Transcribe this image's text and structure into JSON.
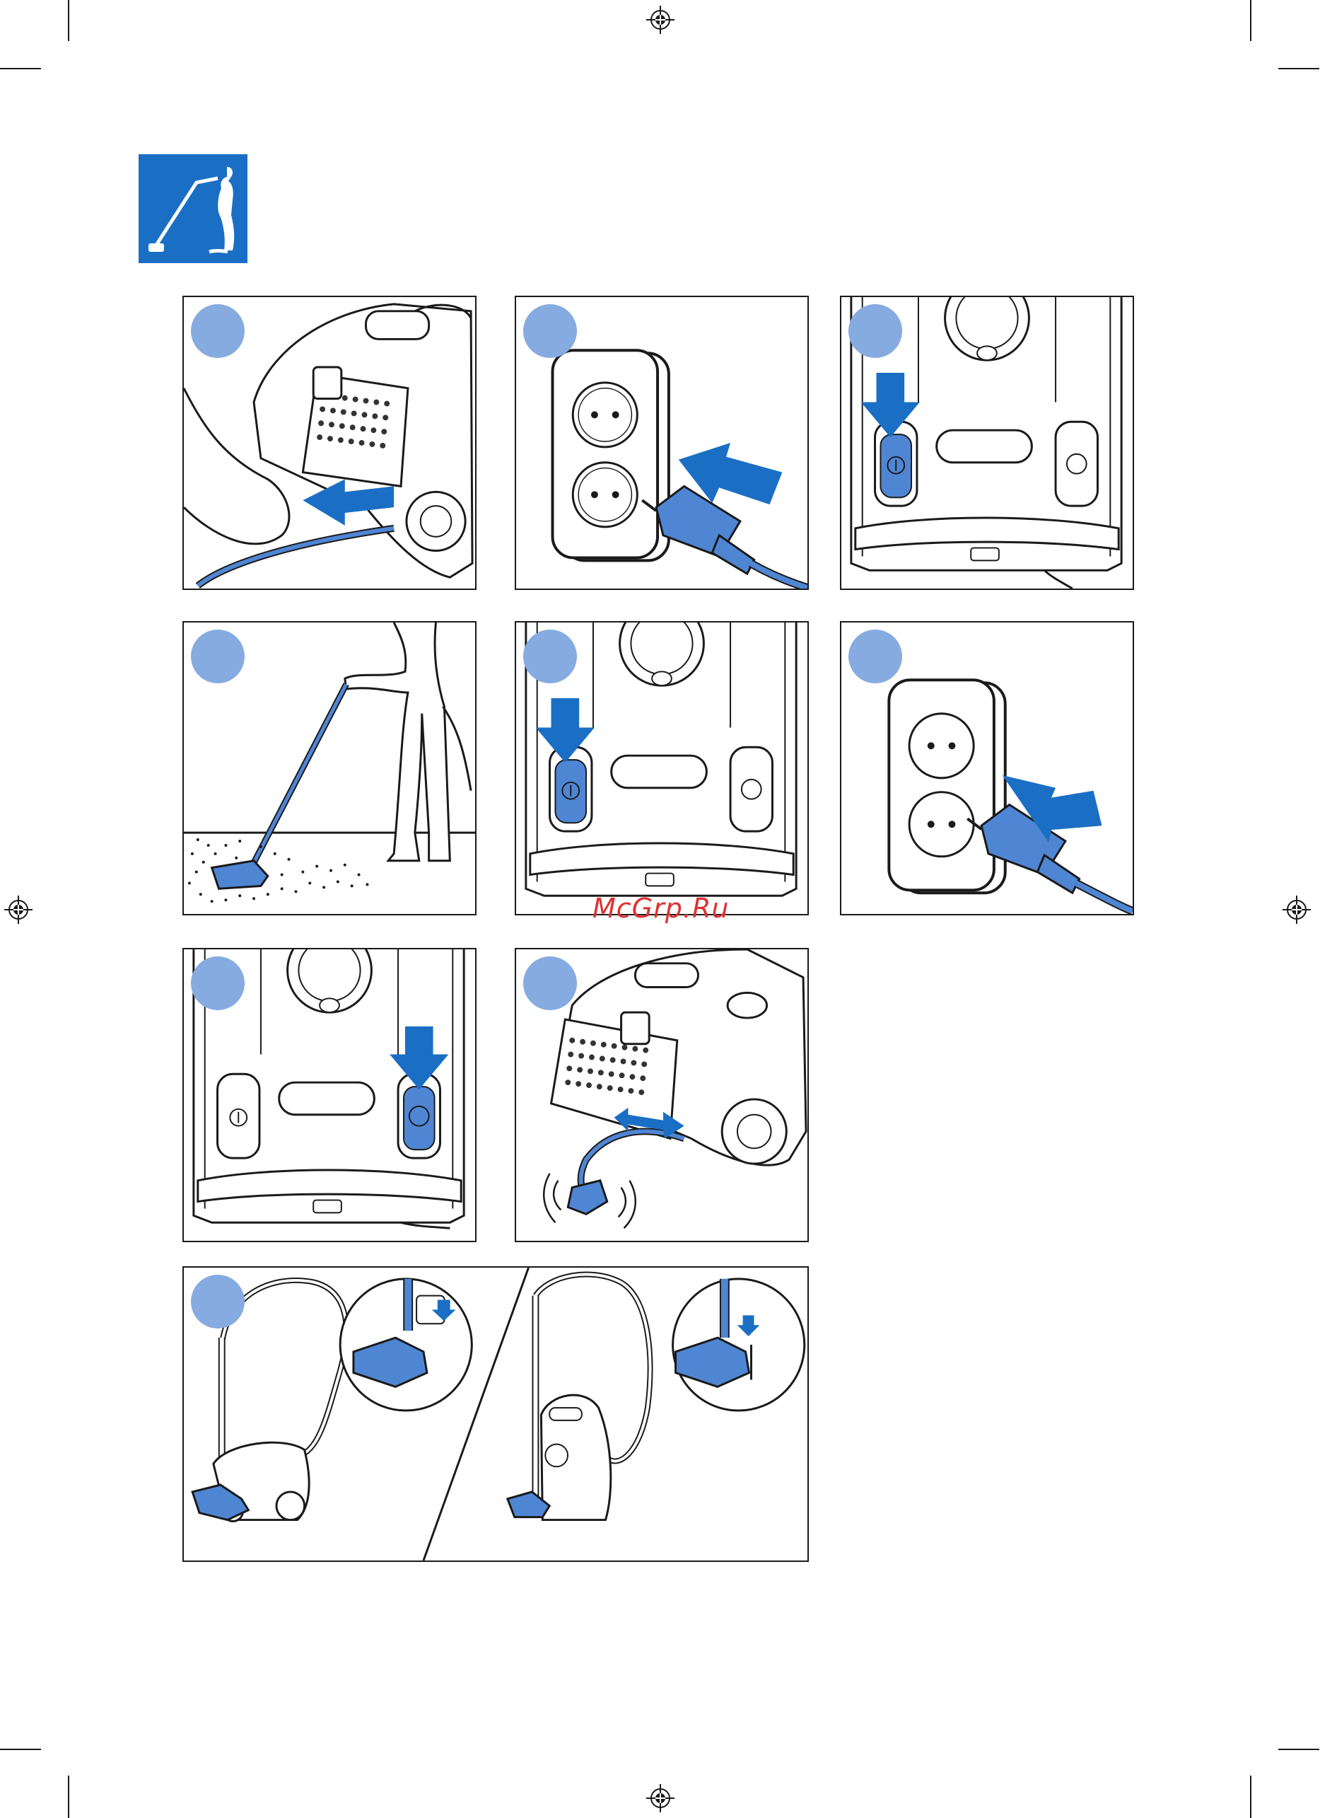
{
  "watermark": "McGrp.Ru",
  "footer_code": "",
  "colors": {
    "brand_blue": "#1a6fc4",
    "step_dot": "#86abe0",
    "illustration_blue": "#4f86d4",
    "line": "#1a1a1a"
  },
  "icons": {
    "header": "vacuum-user-icon",
    "registration": "registration-mark-icon"
  },
  "steps": [
    {
      "id": 1,
      "illustration": "pull-out-cord"
    },
    {
      "id": 2,
      "illustration": "plug-into-socket"
    },
    {
      "id": 3,
      "illustration": "press-power-button"
    },
    {
      "id": 4,
      "illustration": "vacuum-floor"
    },
    {
      "id": 5,
      "illustration": "press-power-button-off"
    },
    {
      "id": 6,
      "illustration": "unplug-from-socket"
    },
    {
      "id": 7,
      "illustration": "press-cord-rewind"
    },
    {
      "id": 8,
      "illustration": "cord-rewinds"
    },
    {
      "id": 9,
      "illustration": "storage-positions"
    }
  ]
}
